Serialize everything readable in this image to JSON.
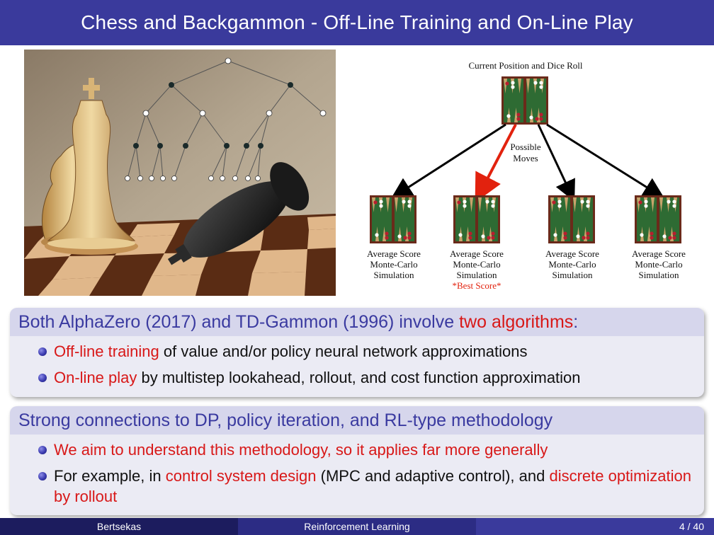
{
  "slide": {
    "title": "Chess and Backgammon - Off-Line Training and On-Line Play"
  },
  "diagram": {
    "root_label": "Current Position and Dice Roll",
    "moves_label_line1": "Possible",
    "moves_label_line2": "Moves",
    "leaves": [
      {
        "line1": "Average Score",
        "line2": "Monte-Carlo",
        "line3": "Simulation",
        "note": ""
      },
      {
        "line1": "Average Score",
        "line2": "Monte-Carlo",
        "line3": "Simulation",
        "note": "*Best Score*"
      },
      {
        "line1": "Average Score",
        "line2": "Monte-Carlo",
        "line3": "Simulation",
        "note": ""
      },
      {
        "line1": "Average Score",
        "line2": "Monte-Carlo",
        "line3": "Simulation",
        "note": ""
      }
    ],
    "colors": {
      "best_arrow": "#e2220e",
      "arrow": "#000000",
      "board_green": "#2e6b33",
      "board_frame": "#6a2a1a"
    }
  },
  "block1": {
    "head_a": "Both AlphaZero (2017) and TD-Gammon (1996) involve ",
    "head_red": "two algorithms",
    "head_b": ":",
    "items": [
      {
        "red": "Off-line training",
        "rest": " of value and/or policy neural network approximations"
      },
      {
        "red": "On-line play",
        "rest": " by multistep lookahead, rollout, and cost function approximation"
      }
    ]
  },
  "block2": {
    "head": "Strong connections to DP, policy iteration, and RL-type methodology",
    "item1_red": "We aim to understand this methodology, so it applies far more generally",
    "item2_a": "For example, in ",
    "item2_red1": "control system design",
    "item2_b": " (MPC and adaptive control), and ",
    "item2_red2": "discrete optimization by rollout"
  },
  "footer": {
    "author": "Bertsekas",
    "course": "Reinforcement Learning",
    "page": "4 / 40"
  },
  "theme": {
    "title_bar": "#3a3a9c",
    "accent_red": "#d81818",
    "block_head_text": "#3a3aa0"
  }
}
